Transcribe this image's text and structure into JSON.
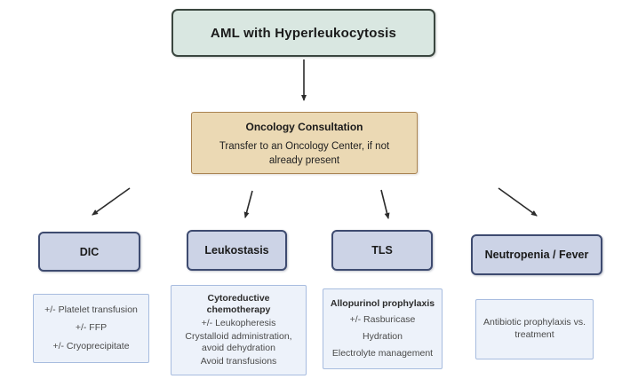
{
  "flow": {
    "root": {
      "label": "AML with Hyperleukocytosis"
    },
    "consult": {
      "title": "Oncology Consultation",
      "body": "Transfer to an Oncology Center, if not already present"
    },
    "branches": [
      {
        "label": "DIC",
        "details": [
          "+/- Platelet transfusion",
          "+/- FFP",
          "+/- Cryoprecipitate"
        ]
      },
      {
        "label": "Leukostasis",
        "details": [
          "Cytoreductive chemotherapy",
          "+/- Leukopheresis",
          "Crystalloid administration, avoid dehydration",
          "Avoid transfusions"
        ]
      },
      {
        "label": "TLS",
        "details": [
          "Allopurinol prophylaxis",
          "+/- Rasburicase",
          "Hydration",
          "Electrolyte management"
        ]
      },
      {
        "label": "Neutropenia / Fever",
        "details": [
          "Antibiotic prophylaxis vs. treatment"
        ]
      }
    ],
    "colors": {
      "root_fill": "#d9e7e1",
      "root_border": "#3a463f",
      "consult_fill": "#ebd9b4",
      "consult_border": "#aa8452",
      "branch_fill": "#ccd3e6",
      "branch_border": "#3e4b70",
      "detail_fill": "#edf2fa",
      "detail_border": "#a7bcdf",
      "arrow": "#2b2b2b"
    }
  }
}
